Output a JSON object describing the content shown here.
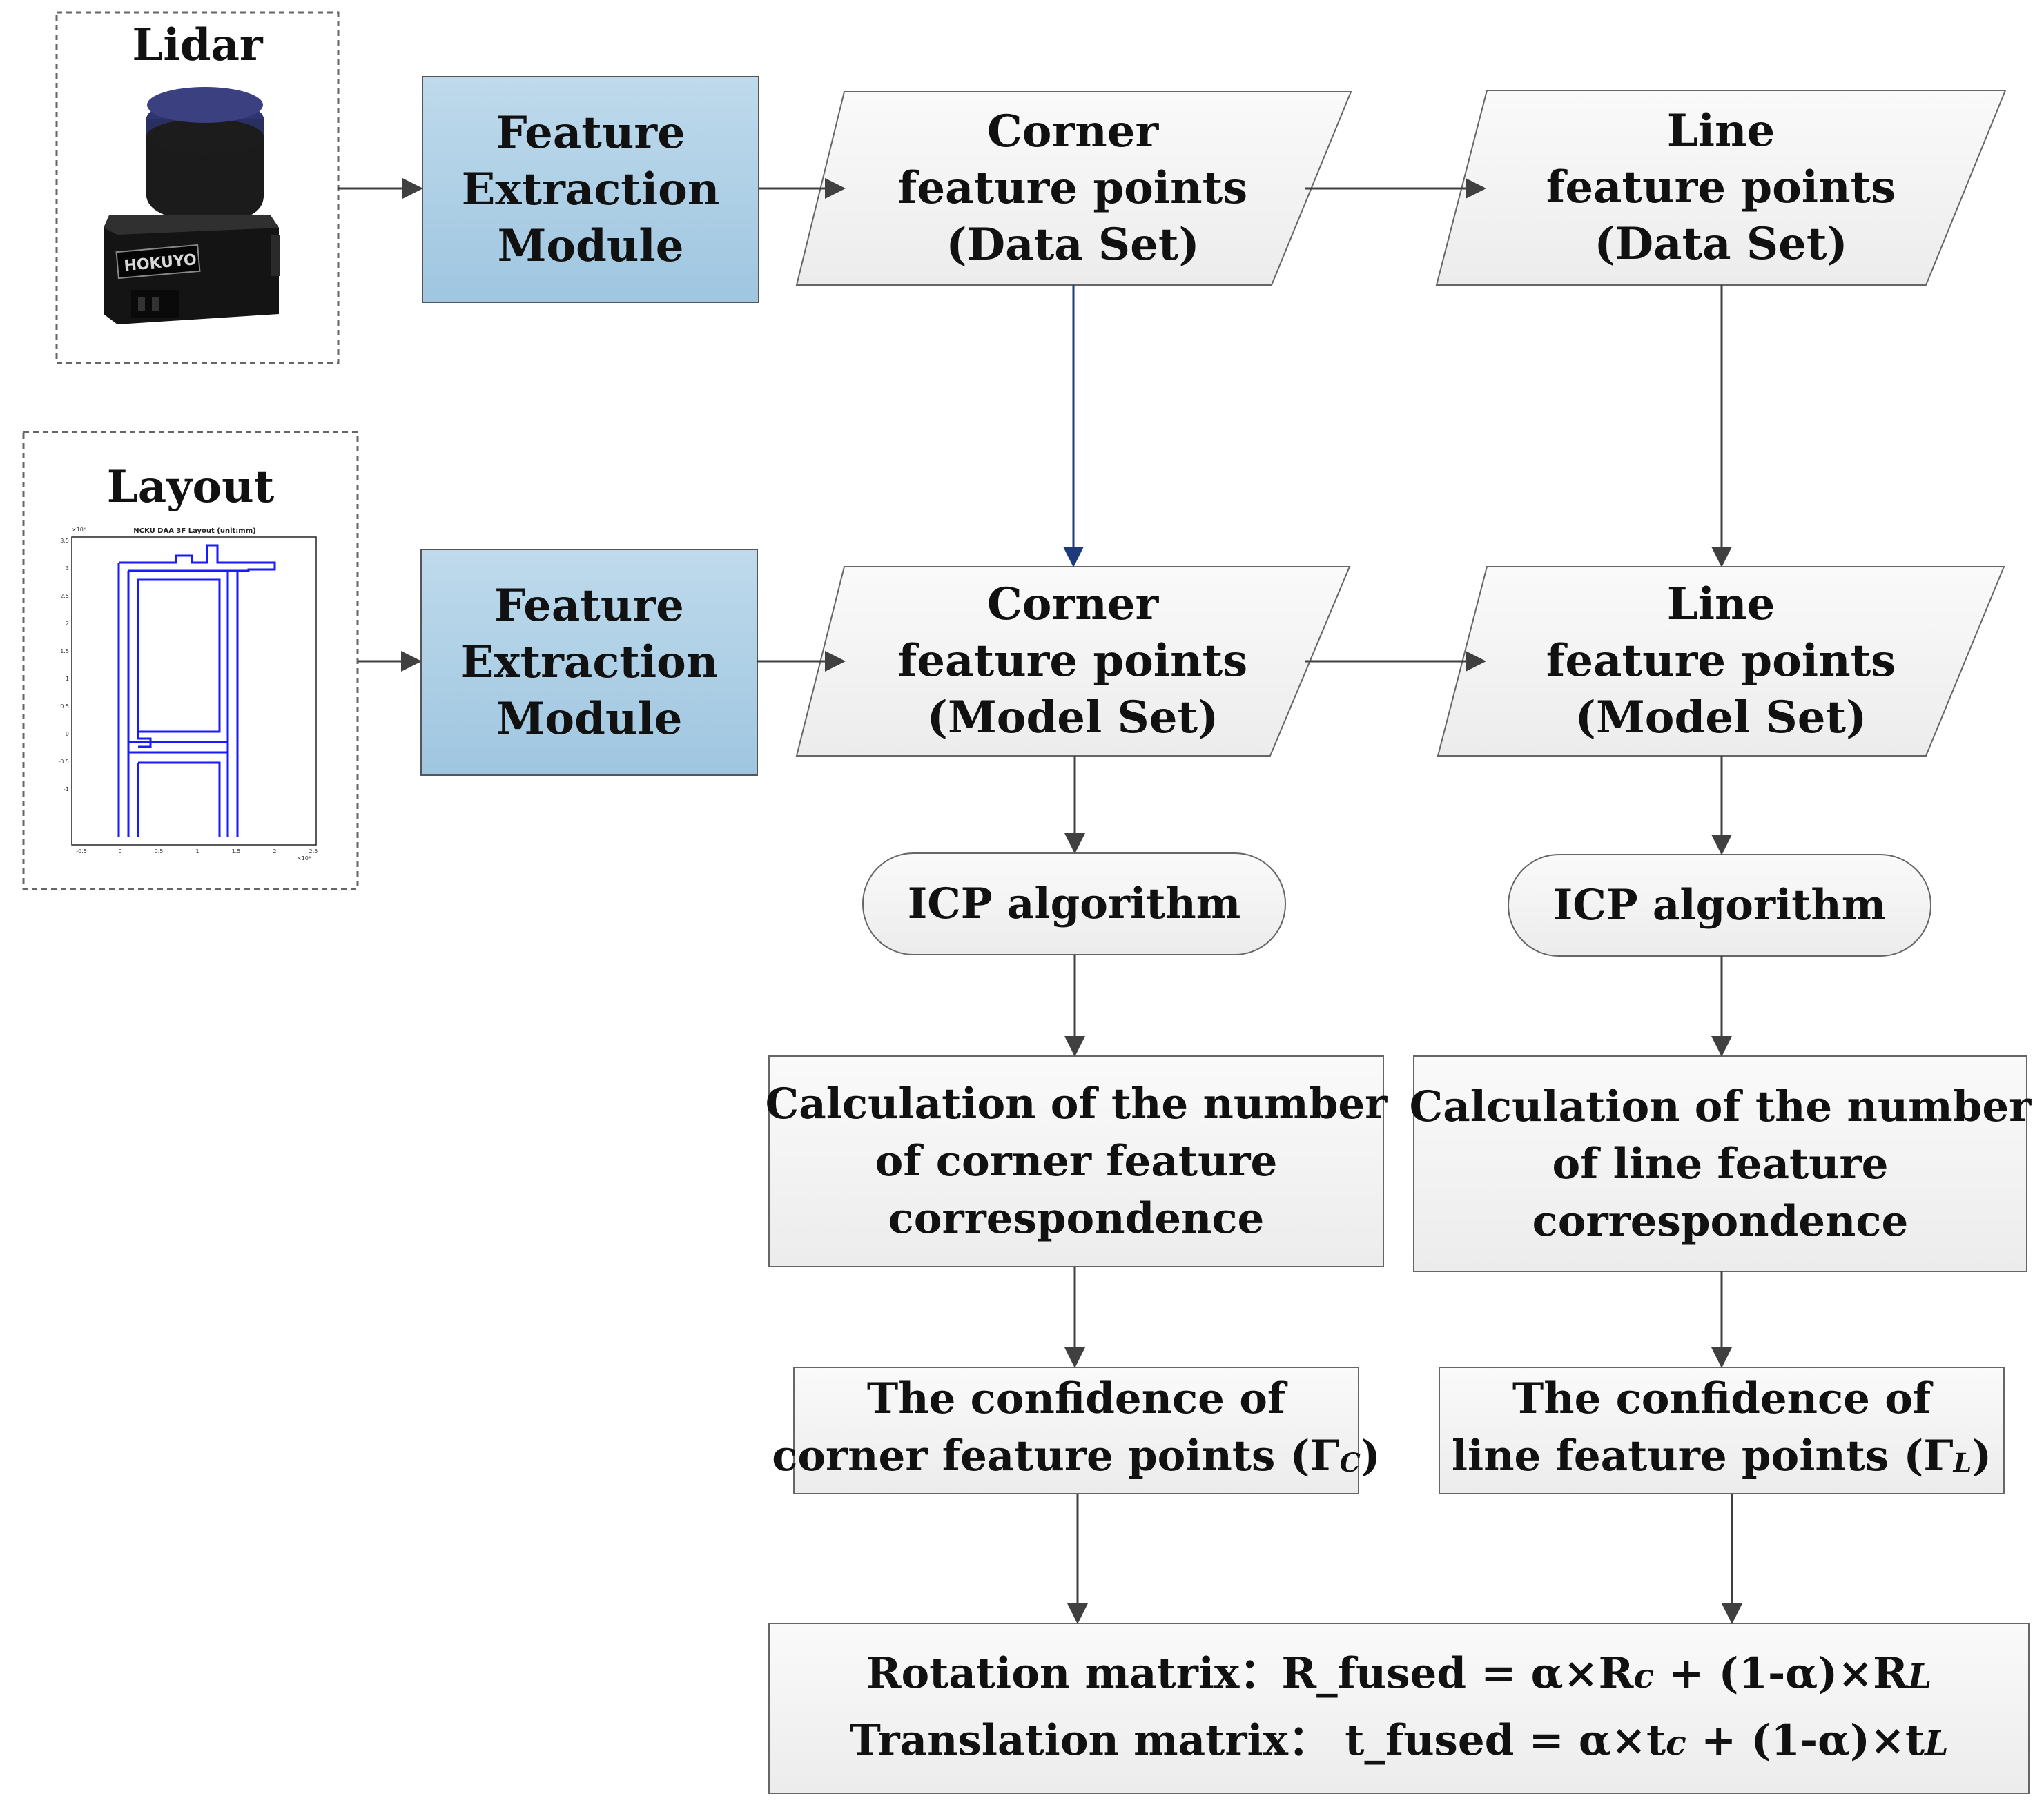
{
  "sources": {
    "lidar": {
      "label": "Lidar",
      "brand": "HOKUYO"
    },
    "layout": {
      "label": "Layout",
      "plot_title": "NCKU DAA 3F Layout (unit:mm)",
      "y_ticks": [
        "3.5",
        "3",
        "2.5",
        "2",
        "1.5",
        "1",
        "0.5",
        "0",
        "-0.5",
        "-1"
      ],
      "x_ticks": [
        "-0.5",
        "0",
        "0.5",
        "1",
        "1.5",
        "2",
        "2.5"
      ],
      "exponent": "×10⁴"
    }
  },
  "modules": {
    "fe_top": [
      "Feature",
      "Extraction",
      "Module"
    ],
    "fe_bottom": [
      "Feature",
      "Extraction",
      "Module"
    ]
  },
  "data_sets": {
    "corner_data": [
      "Corner",
      "feature points",
      "(Data Set)"
    ],
    "line_data": [
      "Line",
      "feature points",
      "(Data Set)"
    ],
    "corner_model": [
      "Corner",
      "feature points",
      "(Model Set)"
    ],
    "line_model": [
      "Line",
      "feature points",
      "(Model Set)"
    ]
  },
  "icp": {
    "corner": "ICP algorithm",
    "line": "ICP algorithm"
  },
  "calc": {
    "corner": [
      "Calculation of the number",
      "of corner feature",
      "correspondence"
    ],
    "line": [
      "Calculation of the number",
      "of line feature",
      "correspondence"
    ]
  },
  "confidence": {
    "corner": {
      "line1": "The confidence of",
      "line2": "corner feature points (Γ",
      "sub": "C",
      "close": ")"
    },
    "line": {
      "line1": "The confidence of",
      "line2": "line feature points (Γ",
      "sub": "L",
      "close": ")"
    }
  },
  "fusion": {
    "rotation": {
      "label": "Rotation matrix：R_fused = α×R",
      "s1": "c",
      "mid": " + (1-α)×R",
      "s2": "L"
    },
    "translation": {
      "label": "Translation matrix： t_fused = α×t",
      "s1": "c",
      "mid": " + (1-α)×t",
      "s2": "L"
    }
  },
  "colors": {
    "module_fill": "#a8cce4",
    "node_fill": "#f2f2f2",
    "arrow": "#404040",
    "arrow_blue": "#1f3a7a",
    "layout_wall": "#1a1aff"
  }
}
